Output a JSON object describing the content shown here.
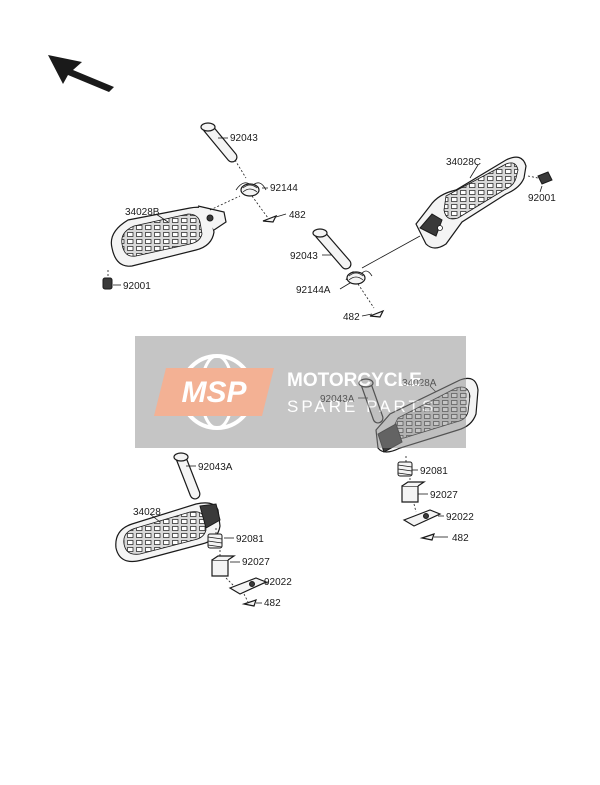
{
  "direction_arrow": {
    "icon": "front-direction-arrow-icon"
  },
  "watermark": {
    "logo_text": "MSP",
    "line1": "MOTORCYCLE",
    "line2": "SPARE PARTS",
    "colors": {
      "box": "#8c8c8c",
      "logo": "#e8662b",
      "text": "#ffffff"
    }
  },
  "labels": {
    "p92043_top": "92043",
    "p92144": "92144",
    "p482_a": "482",
    "p34028B": "34028B",
    "p92001_left": "92001",
    "p34028C": "34028C",
    "p92001_right": "92001",
    "p92043_mid": "92043",
    "p92144A": "92144A",
    "p482_b": "482",
    "p34028A": "34028A",
    "p92043A_right": "92043A",
    "p92081_right": "92081",
    "p92027_right": "92027",
    "p92022_right": "92022",
    "p482_c": "482",
    "p92043A_left": "92043A",
    "p34028": "34028",
    "p92081_left": "92081",
    "p92027_left": "92027",
    "p92022_left": "92022",
    "p482_d": "482"
  }
}
